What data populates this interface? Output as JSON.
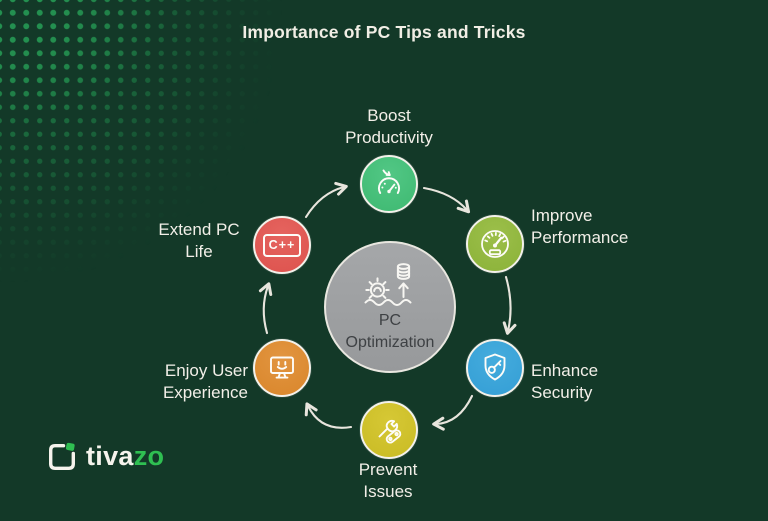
{
  "title": "Importance of PC Tips and Tricks",
  "center": {
    "label": "PC\nOptimization",
    "icon": "optimization-gear-database-icon",
    "fill_color": "#9b9da0",
    "text_color": "#3e4144"
  },
  "nodes": [
    {
      "id": "boost",
      "label": "Boost\nProductivity",
      "color": "#3eb971",
      "icon": "gauge-arrow-icon"
    },
    {
      "id": "improve",
      "label": "Improve\nPerformance",
      "color": "#8bb239",
      "icon": "speedometer-icon"
    },
    {
      "id": "enhance",
      "label": "Enhance\nSecurity",
      "color": "#349ed5",
      "icon": "shield-key-icon"
    },
    {
      "id": "prevent",
      "label": "Prevent\nIssues",
      "color": "#c9bb24",
      "icon": "wrench-tools-icon"
    },
    {
      "id": "enjoy",
      "label": "Enjoy User\nExperience",
      "color": "#d9862b",
      "icon": "happy-monitor-icon"
    },
    {
      "id": "extend",
      "label": "Extend PC\nLife",
      "color": "#dd524d",
      "icon": "cpp-badge-icon",
      "icon_text": "C++"
    }
  ],
  "flow": [
    "extend -> boost",
    "boost -> improve",
    "improve -> enhance",
    "enhance -> prevent",
    "prevent -> enjoy",
    "enjoy -> extend"
  ],
  "logo": {
    "text_white": "tiva",
    "text_green": "zo"
  },
  "colors": {
    "background": "#133928",
    "dot_pattern_green": "#1e7f47",
    "arrow": "#e8e5dd",
    "title_text": "#f1eee5",
    "label_text": "#f2efe8",
    "logo_green": "#2fbf52"
  }
}
